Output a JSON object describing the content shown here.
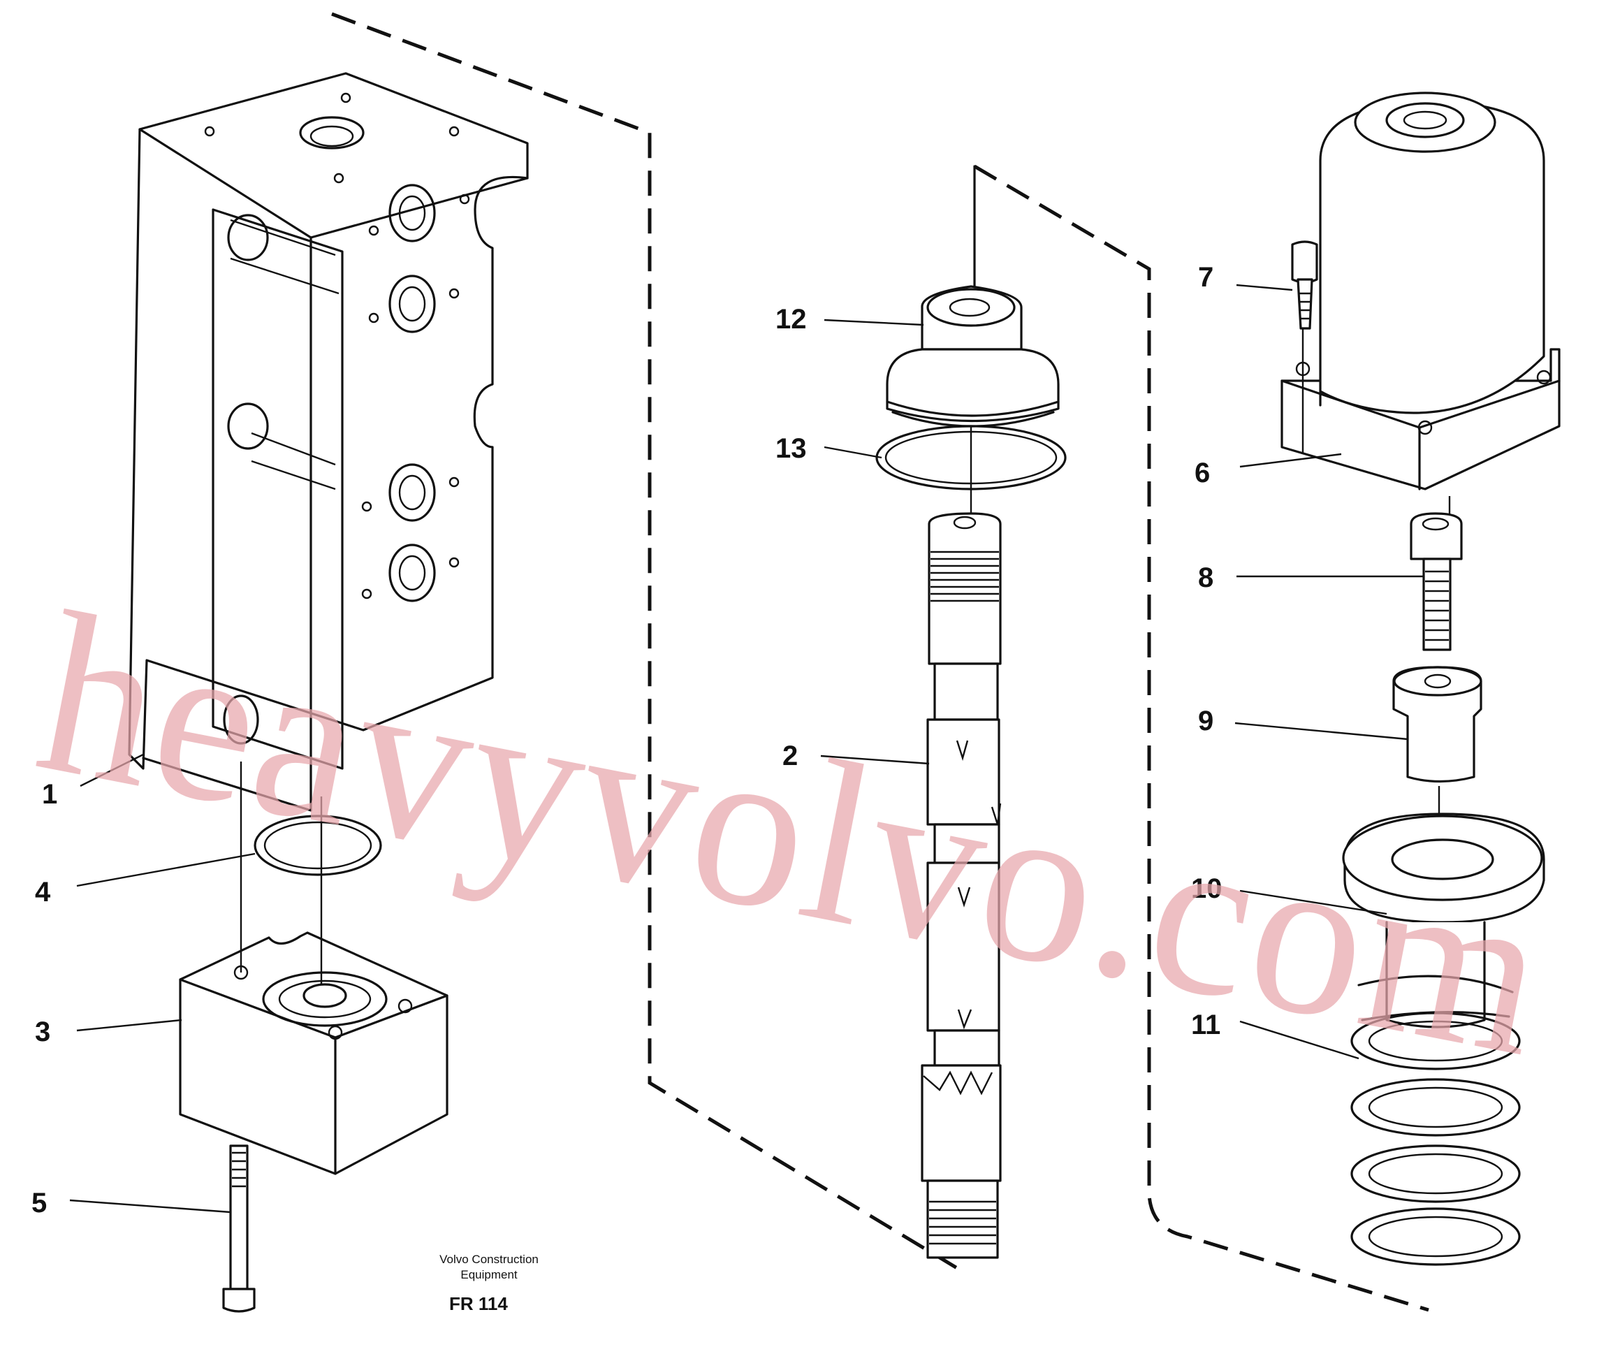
{
  "labels": {
    "l1": "1",
    "l2": "2",
    "l3": "3",
    "l4": "4",
    "l5": "5",
    "l6": "6",
    "l7": "7",
    "l8": "8",
    "l9": "9",
    "l10": "10",
    "l11": "11",
    "l12": "12",
    "l13": "13"
  },
  "caption": {
    "line1": "Volvo Construction",
    "line2": "Equipment",
    "code": "FR 114"
  },
  "watermark": "heavyvolvo.com"
}
